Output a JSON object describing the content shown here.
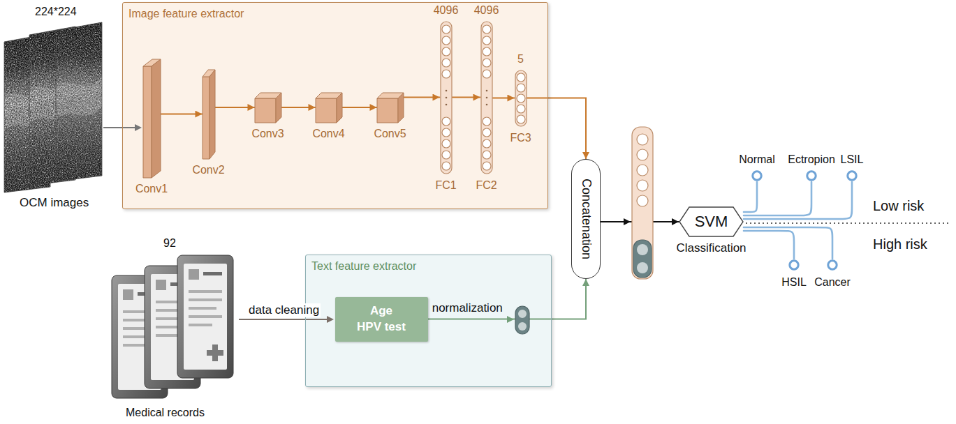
{
  "diagram": {
    "nodes": [
      {
        "text": [
          "Image feature extractor"
        ]
      },
      {
        "text": [
          "Conv1"
        ],
        "in": 0
      },
      {
        "text": [
          "Conv2"
        ],
        "in": 0
      },
      {
        "text": [
          "Conv3"
        ],
        "in": 0
      },
      {
        "text": [
          "Conv4"
        ],
        "in": 0
      },
      {
        "text": [
          "Conv5"
        ],
        "in": 0
      },
      {
        "text": [
          "4096",
          "FC1"
        ],
        "in": 0
      },
      {
        "text": [
          "4096",
          "FC2"
        ],
        "in": 0
      },
      {
        "text": [
          "5",
          "FC3"
        ],
        "in": 0
      },
      {
        "text": [
          "Text feature extractor"
        ]
      },
      {
        "text": [
          "Age",
          "HPV test"
        ],
        "in": 9
      },
      {
        "text": [
          "Concatenation"
        ]
      },
      {
        "text": [
          "SVM",
          "Classification"
        ]
      },
      {
        "text": [
          "Normal"
        ]
      },
      {
        "text": [
          "Ectropion"
        ]
      },
      {
        "text": [
          "LSIL"
        ]
      },
      {
        "text": [
          "HSIL"
        ]
      },
      {
        "text": [
          "Cancer"
        ]
      }
    ],
    "edges": [
      {
        "from": 1,
        "to": 2,
        "arrow": "to"
      },
      {
        "from": 2,
        "to": 3,
        "arrow": "to"
      },
      {
        "from": 3,
        "to": 4,
        "arrow": "to"
      },
      {
        "from": 4,
        "to": 5,
        "arrow": "to"
      },
      {
        "from": 5,
        "to": 6,
        "arrow": "to"
      },
      {
        "from": 6,
        "to": 7,
        "arrow": "to"
      },
      {
        "from": 7,
        "to": 8,
        "arrow": "to"
      },
      {
        "from": 8,
        "to": 11,
        "arrow": "to"
      },
      {
        "from": 10,
        "to": 11,
        "label": "normalization",
        "arrow": "to"
      },
      {
        "from": 11,
        "to": 12,
        "arrow": "to"
      },
      {
        "from": 12,
        "to": 13,
        "arrow": "none"
      },
      {
        "from": 12,
        "to": 14,
        "arrow": "none"
      },
      {
        "from": 12,
        "to": 15,
        "arrow": "none"
      },
      {
        "from": 12,
        "to": 16,
        "arrow": "none"
      },
      {
        "from": 12,
        "to": 17,
        "arrow": "none"
      }
    ],
    "labels": [
      "224*224",
      "OCM images",
      "92",
      "Medical records",
      "data cleaning",
      "Low risk",
      "High risk"
    ]
  }
}
